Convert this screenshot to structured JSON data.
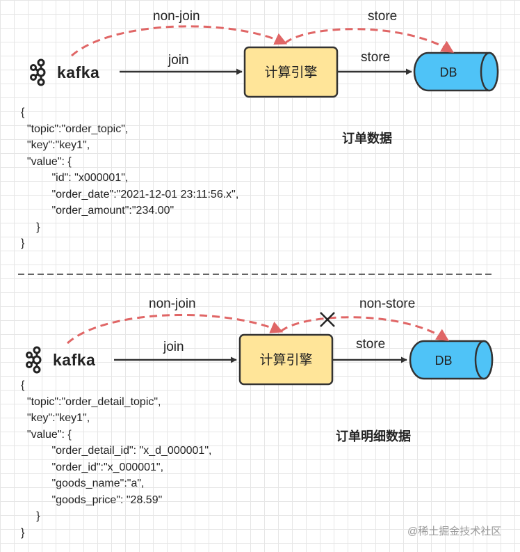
{
  "top": {
    "non_join_label": "non-join",
    "store_top_label": "store",
    "join_label": "join",
    "store_label": "store",
    "engine_label": "计算引擎",
    "db_label": "DB",
    "kafka_label": "kafka",
    "caption": "订单数据",
    "json_lines": [
      "{",
      "  \"topic\":\"order_topic\",",
      "  \"key\":\"key1\",",
      "  \"value\": {",
      "          \"id\": \"x000001\",",
      "          \"order_date\":\"2021-12-01 23:11:56.x\",",
      "          \"order_amount\":\"234.00\"",
      "     }",
      "}"
    ]
  },
  "bottom": {
    "non_join_label": "non-join",
    "non_store_label": "non-store",
    "join_label": "join",
    "store_label": "store",
    "engine_label": "计算引擎",
    "db_label": "DB",
    "kafka_label": "kafka",
    "caption": "订单明细数据",
    "json_lines": [
      "{",
      "  \"topic\":\"order_detail_topic\",",
      "  \"key\":\"key1\",",
      "  \"value\": {",
      "          \"order_detail_id\": \"x_d_000001\",",
      "          \"order_id\":\"x_000001\",",
      "          \"goods_name\":\"a\",",
      "          \"goods_price\": \"28.59\"",
      "     }",
      "}"
    ]
  },
  "watermark": "@稀土掘金技术社区",
  "icons": {
    "kafka_logo": "kafka-logo-icon",
    "cross_mark": "cross-mark-icon"
  },
  "colors": {
    "engine_fill": "#ffe599",
    "engine_stroke": "#333333",
    "db_fill": "#4fc3f7",
    "dashed_arrow": "#e06666",
    "solid_arrow": "#333333"
  }
}
